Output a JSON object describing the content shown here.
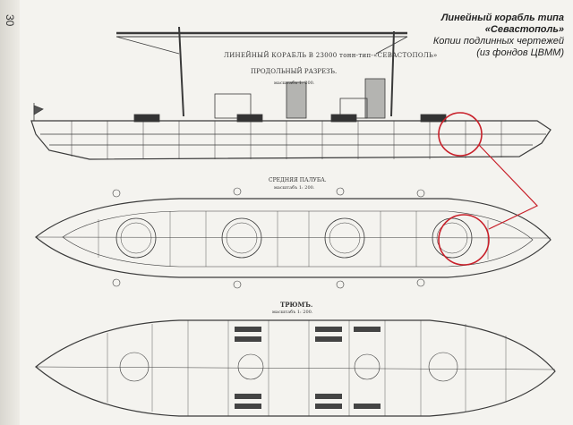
{
  "page_number": "30",
  "caption": {
    "line1": "Линейный корабль типа",
    "line2": "«Севастополь»",
    "line3": "Копии подлинных чертежей",
    "line4": "(из фондов ЦВММ)"
  },
  "drawing_labels": {
    "profile_title": "ЛИНЕЙНЫЙ КОРАБЛЬ В 23000 тонн-тип-«СЕВАСТОПОЛЬ»",
    "profile_subtitle": "ПРОДОЛЬНЫЙ РАЗРЕЗЪ.",
    "profile_scale": "масштабъ 1: 200.",
    "middle_deck_title": "СРЕДНЯЯ ПАЛУБА.",
    "middle_deck_scale": "масштабъ 1: 200.",
    "hold_title": "ТРЮМЪ.",
    "hold_scale": "масштабъ 1: 200."
  },
  "colors": {
    "ink": "#3a3a3a",
    "highlight": "#c8202a",
    "paper": "#f4f3ef"
  }
}
